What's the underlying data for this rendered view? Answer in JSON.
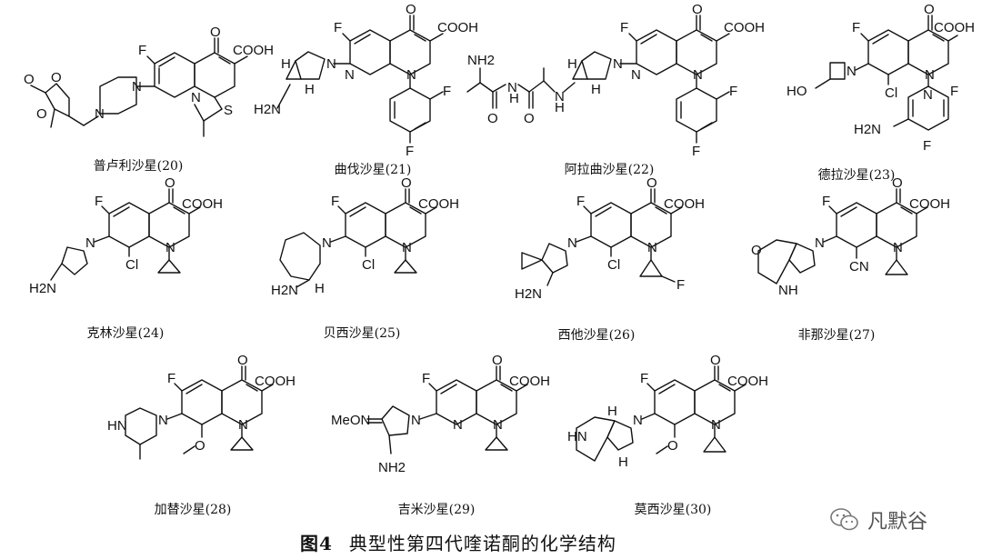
{
  "labels": {
    "f": "F",
    "o": "O",
    "n": "N",
    "s": "S",
    "cooh": "COOH",
    "cl": "Cl",
    "cn": "CN",
    "nh2": "NH2",
    "h2n": "H2N",
    "h": "H",
    "nh": "NH",
    "hn": "HN",
    "ho": "HO",
    "meon": "MeON",
    "meo": "O"
  },
  "compounds": [
    {
      "name": "普卢利沙星(20)"
    },
    {
      "name": "曲伐沙星(21)"
    },
    {
      "name": "阿拉曲沙星(22)"
    },
    {
      "name": "德拉沙星(23)"
    },
    {
      "name": "克林沙星(24)"
    },
    {
      "name": "贝西沙星(25)"
    },
    {
      "name": "西他沙星(26)"
    },
    {
      "name": "非那沙星(27)"
    },
    {
      "name": "加替沙星(28)"
    },
    {
      "name": "吉米沙星(29)"
    },
    {
      "name": "莫西沙星(30)"
    }
  ],
  "figure": {
    "number": "图4",
    "title": "典型性第四代喹诺酮的化学结构"
  },
  "watermark": {
    "text": "凡默谷",
    "icon": "wechat-icon"
  }
}
